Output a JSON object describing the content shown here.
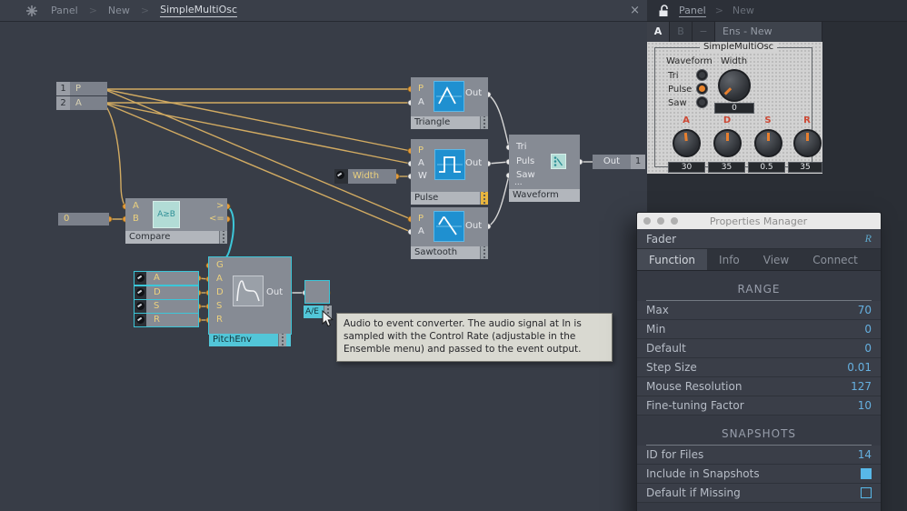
{
  "main_header": {
    "crumb1": "Panel",
    "crumb2": "New",
    "crumb3": "SimpleMultiOsc",
    "sep": ">",
    "close": "×"
  },
  "right_header": {
    "crumb1": "Panel",
    "crumb2": "New",
    "sep": ">",
    "tab_a": "A",
    "tab_b": "B",
    "tab_minus": "−",
    "ens": "Ens - New"
  },
  "instrument": {
    "title": "SimpleMultiOsc",
    "waveform_label": "Waveform",
    "width_label": "Width",
    "radio_tri": "Tri",
    "radio_pulse": "Pulse",
    "radio_saw": "Saw",
    "selected_waveform": "Pulse",
    "width_value": "0",
    "knobs": [
      {
        "label": "A",
        "value": "30"
      },
      {
        "label": "D",
        "value": "35"
      },
      {
        "label": "S",
        "value": "0.5"
      },
      {
        "label": "R",
        "value": "35"
      }
    ]
  },
  "properties": {
    "title": "Properties Manager",
    "object_name": "Fader",
    "object_badge": "R",
    "tabs": [
      "Function",
      "Info",
      "View",
      "Connect"
    ],
    "active_tab": "Function",
    "range_title": "RANGE",
    "range_rows": [
      {
        "label": "Max",
        "value": "70"
      },
      {
        "label": "Min",
        "value": "0"
      },
      {
        "label": "Default",
        "value": "0"
      },
      {
        "label": "Step Size",
        "value": "0.01"
      },
      {
        "label": "Mouse Resolution",
        "value": "127"
      },
      {
        "label": "Fine-tuning Factor",
        "value": "10"
      }
    ],
    "snapshots_title": "SNAPSHOTS",
    "id_row": {
      "label": "ID for Files",
      "value": "14"
    },
    "include_row": {
      "label": "Include in Snapshots",
      "checked": true
    },
    "default_row": {
      "label": "Default if Missing",
      "checked": false
    }
  },
  "canvas": {
    "inputs": [
      {
        "num": "1",
        "label": "P"
      },
      {
        "num": "2",
        "label": "A"
      }
    ],
    "triangle": {
      "name": "Triangle",
      "port_p": "P",
      "port_a": "A",
      "out": "Out"
    },
    "pulse": {
      "name": "Pulse",
      "port_p": "P",
      "port_a": "A",
      "port_w": "W",
      "out": "Out"
    },
    "sawtooth": {
      "name": "Sawtooth",
      "port_p": "P",
      "port_a": "A",
      "out": "Out"
    },
    "waveform_sel": {
      "name": "Waveform",
      "port_tri": "Tri",
      "port_puls": "Puls",
      "port_saw": "Saw",
      "more": "..."
    },
    "out_terminal": {
      "label": "Out",
      "num": "1"
    },
    "width_knob": {
      "label": "Width"
    },
    "const_zero": {
      "label": "0"
    },
    "compare": {
      "name": "Compare",
      "icon_text": "A≥B",
      "port_a": "A",
      "port_b": "B",
      "out_gt": ">",
      "out_le": "<="
    },
    "pitch_env": {
      "name": "PitchEnv",
      "port_g": "G",
      "port_a": "A",
      "port_d": "D",
      "port_s": "S",
      "port_r": "R",
      "out": "Out"
    },
    "adsr_knobs": [
      {
        "label": "A"
      },
      {
        "label": "D"
      },
      {
        "label": "S"
      },
      {
        "label": "R"
      }
    ],
    "ae": {
      "name": "A/E"
    },
    "tooltip": "Audio to event converter. The audio signal at In is sampled with the Control Rate (adjustable in the Ensemble menu) and passed to the event output."
  }
}
